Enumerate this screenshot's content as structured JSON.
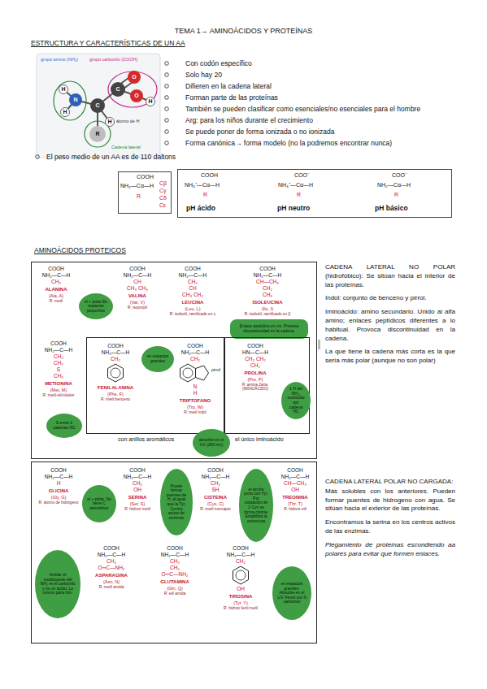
{
  "diagram": {
    "title": "TEMA 1→ AMINOÀCIDOS Y PROTEÍNAS",
    "nodes": [
      {
        "text": [
          "COOH",
          "NH₂—Cα—H",
          "R",
          "Cβ",
          "Cγ",
          "Cδ",
          "Cε"
        ]
      },
      {
        "text": [
          "COOH",
          "NH₃⁺—Cα—H",
          "R",
          "pH ácido",
          "COO⁻",
          "NH₃⁺—Cα—H",
          "R",
          "pH neutro",
          "COO⁻",
          "NH₂—Cα—H",
          "R",
          "pH básico"
        ]
      },
      {
        "text": []
      },
      {
        "text": [
          "COOH",
          "NH₂—C—H",
          "CH₃",
          "ALANINA",
          "(Ala, A)",
          "R: metil"
        ],
        "in": 2
      },
      {
        "text": [
          "el + polar En espacios pequeños"
        ],
        "in": 2
      },
      {
        "text": [
          "COOH",
          "NH₂—C—H",
          "CH",
          "CH₃ CH₃",
          "VALINA",
          "(Val, V)",
          "R: isopropil"
        ],
        "in": 2
      },
      {
        "text": [
          "COOH",
          "NH₂—C—H",
          "CH₂",
          "CH",
          "CH₃ CH₃",
          "LEUCINA",
          "(Leu, L)",
          "R: isobutil, ramificado en γ"
        ],
        "in": 2
      },
      {
        "text": [
          "COOH",
          "NH₂—C—H",
          "CH—CH₃",
          "CH₂",
          "CH₃",
          "ISOLEUCINA",
          "(Ile, I)",
          "R: isobutil, ramificado en β"
        ],
        "in": 2
      },
      {
        "text": [
          "Enlace peptídico en cis. Provoca discontinuidad en la cadena."
        ],
        "in": 2
      },
      {
        "text": [
          "COOH",
          "NH₂—C—H",
          "CH₂",
          "CH₂",
          "S",
          "CH₃",
          "METIONINA",
          "(Met, M)",
          "R: metil-etil-tioéter"
        ],
        "in": 2
      },
      {
        "text": [
          "con anillos aromáticos"
        ],
        "in": 2
      },
      {
        "text": [
          "COOH",
          "NH₂—C—H",
          "CH₂",
          "FENILALANINA",
          "(Phe, F)",
          "R: metil benceno"
        ],
        "in": 10
      },
      {
        "text": [
          "en espacios grandes"
        ],
        "in": 10
      },
      {
        "text": [
          "COOH",
          "NH₂—C—H",
          "CH₂",
          "N",
          "H",
          "TRIPTOFANO",
          "(Trp, W)",
          "R: metil indol"
        ],
        "in": 10
      },
      {
        "text": [
          "el único iminoácido"
        ],
        "in": 2
      },
      {
        "text": [
          "COOH",
          "HN—C—H",
          "CH₂ CH₂",
          "CH₂",
          "PROLINA",
          "(Pro, P)",
          "R: amina 2aria. (IMINOÁCIDO)"
        ],
        "in": 14
      },
      {
        "text": [
          "1 H del NH₂, sustituido por cadena HC"
        ],
        "in": 14
      },
      {
        "text": [
          "S entre 2 cadenas HC"
        ],
        "in": 2
      },
      {
        "text": [
          "absorbe en el UV (280 nm)"
        ],
        "in": 2
      },
      {
        "text": []
      },
      {
        "text": [
          "COOH",
          "NH₂—C—H",
          "H",
          "GLICINA",
          "(Gly, G)",
          "R: átomo de hidrógeno"
        ],
        "in": 19
      },
      {
        "text": [
          "el + polar. No tiene C asimétrico"
        ],
        "in": 19
      },
      {
        "text": [
          "COOH",
          "NH₂—C—H",
          "CH₂",
          "OH",
          "SERINA",
          "(Ser, S)",
          "R: hidroxi metil"
        ],
        "in": 19
      },
      {
        "text": [
          "Puede formar puentes de H, al igual que la Tyr. Centro activo de enzimas"
        ],
        "in": 19
      },
      {
        "text": [
          "COOH",
          "NH₂—C—H",
          "CH₂",
          "SH",
          "CISTEINA",
          "(Cys, C)",
          "R: metil mercapto"
        ],
        "in": 19
      },
      {
        "text": [
          "el azufre junto con Tyr. Por oxidación de 2 Cys se forma cistina. Estabiliza la estructura"
        ],
        "in": 19
      },
      {
        "text": [
          "COOH",
          "NH₂—C—H",
          "CH—CH₃",
          "OH",
          "TREONINA",
          "(Thr, T)",
          "R: hidroxi etil"
        ],
        "in": 19
      },
      {
        "text": [
          "Amida: el sustituyente del NH₂ es el carbonilo y no un ácido. Lo mismo para Gln."
        ],
        "in": 19
      },
      {
        "text": [
          "COOH",
          "NH₂—C—H",
          "CH₂",
          "O═C—NH₂",
          "ASPARAGINA",
          "(Asn, N)",
          "R: metil amida"
        ],
        "in": 19
      },
      {
        "text": [
          "COOH",
          "NH₂—C—H",
          "CH₂",
          "CH₂",
          "O═C—NH₂",
          "GLUTAMINA",
          "(Gln, Q)",
          "R: etil amida"
        ],
        "in": 19
      },
      {
        "text": [
          "COOH",
          "NH₂—C—H",
          "CH₂",
          "OH",
          "TIROSINA",
          "(Tyr, Y)",
          "R: hidroxi fenil metil"
        ],
        "in": 19
      },
      {
        "text": [
          "en espacios grandes. Absorbe en el UV. Fenol con 6 carbonos"
        ],
        "in": 19
      }
    ],
    "labels": [
      "ESTRUCTURA Y CARACTERÍSTICAS DE UN AA",
      "grupo amino (NH₂)",
      "grupo carboxilo (COOH)",
      "átomo de H",
      "Cadena lateral",
      "H",
      "H",
      "N",
      "C",
      "C",
      "O",
      "O",
      "H",
      "H",
      "R",
      "Con codón específico",
      "Solo hay 20",
      "Difieren en la cadena lateral",
      "Forman parte de las proteínas",
      "También se pueden clasificar como esenciales/no esenciales para el hombre",
      "Arg: para los niños durante el crecimiento",
      "Se puede poner de forma ionizada o no ionizada",
      "Forma canónica→ forma modelo (no la podremos encontrar nunca)",
      "El peso medio de un AA es de 110 daltons",
      "AMINOÁCIDOS PROTEICOS",
      "pirrol",
      "CADENA LATERAL NO POLAR (hidrofóbico): Se sitúan hacia el interior de las proteínas.",
      "Indol: conjunto de benceno y pirrol.",
      "Iminoácido: amino secundario. Unido al alfa amino; enlaces peptídicos diferentes a lo habitual. Provoca discontinuidad en la cadena.",
      "La que tiene la cadena más corta es la que sería más polar (aunque no son polar)",
      "CADENA LATERAL POLAR NO CARGADA:",
      "Más solubles con los anteriores. Pueden formar puentes de hidrogeno con agua. Se sitúan hacia el exterior de las proteínas.",
      "Encontramos la serina en los centros activos de las enzimas.",
      "Plegamiento de proteínas escondiendo aa polares para evitar que formen enlaces."
    ]
  }
}
